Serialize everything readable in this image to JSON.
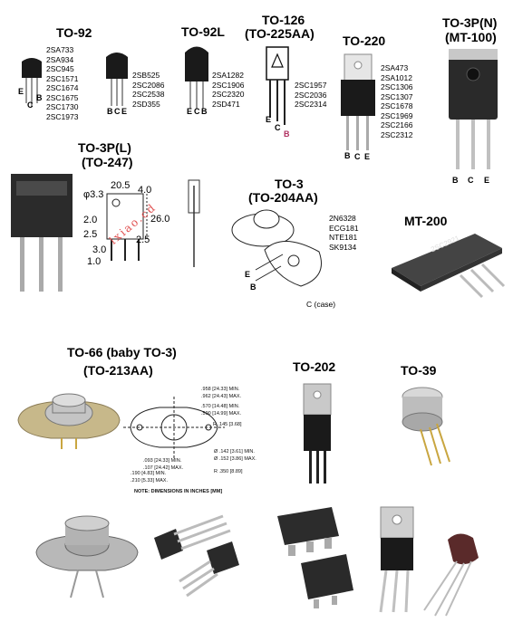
{
  "packages": {
    "to92": {
      "title": "TO-92",
      "parts_a": [
        "2SA733",
        "2SA934",
        "2SC945",
        "2SC1571",
        "2SC1674",
        "2SC1675",
        "2SC1730",
        "2SC1973"
      ],
      "parts_b": [
        "2SB525",
        "2SC2086",
        "2SC2538",
        "2SD355"
      ],
      "pins": [
        "E",
        "C",
        "B"
      ],
      "pins_b": [
        "B",
        "C",
        "E"
      ]
    },
    "to92l": {
      "title": "TO-92L",
      "parts": [
        "2SA1282",
        "2SC1906",
        "2SC2320",
        "2SD471"
      ],
      "pins": [
        "E",
        "C",
        "B"
      ]
    },
    "to126": {
      "title_1": "TO-126",
      "title_2": "(TO-225AA)",
      "parts": [
        "2SC1957",
        "2SC2036",
        "2SC2314"
      ],
      "pins": [
        "E",
        "C",
        "B"
      ]
    },
    "to220": {
      "title": "TO-220",
      "parts": [
        "2SA473",
        "2SA1012",
        "2SC1306",
        "2SC1307",
        "2SC1678",
        "2SC1969",
        "2SC2166",
        "2SC2312"
      ],
      "pins": [
        "B",
        "C",
        "E"
      ]
    },
    "to3pn": {
      "title_1": "TO-3P(N)",
      "title_2": "(MT-100)",
      "pins": [
        "B",
        "C",
        "E"
      ]
    },
    "to3pl": {
      "title_1": "TO-3P(L)",
      "title_2": "(TO-247)",
      "dims": {
        "hole": "φ3.3",
        "w1": "20.5",
        "w2": "4.0",
        "h1": "26.0",
        "d1": "2.0",
        "d2": "2.5",
        "d3": "3.0",
        "d4": "1.0",
        "d5": "2.5"
      },
      "watermark": "lxiao.cd"
    },
    "to3": {
      "title_1": "TO-3",
      "title_2": "(TO-204AA)",
      "parts": [
        "2N6328",
        "ECG181",
        "NTE181",
        "SK9134"
      ],
      "pins": [
        "E",
        "B"
      ],
      "case_label": "C (case)"
    },
    "mt200": {
      "title": "MT-200",
      "marking": "2SC2921"
    },
    "to66": {
      "title_1": "TO-66 (baby TO-3)",
      "title_2": "(TO-213AA)",
      "dims": [
        ".958 [24.33] MIN.",
        ".962 [24.43] MAX.",
        ".570 [14.48] MIN.",
        ".590 [14.99] MAX.",
        "R .145 [3.68]",
        ".093 [24.33] MIN.",
        ".107 [24.42] MAX.",
        "Ø .142 [3.61] MIN.",
        "Ø .152 [3.86] MAX.",
        ".190 [4.83] MIN.",
        ".210 [5.33] MAX.",
        "R .350 [8.89]"
      ],
      "note": "NOTE: DIMENSIONS IN INCHES [MM]"
    },
    "to202": {
      "title": "TO-202"
    },
    "to39": {
      "title": "TO-39"
    }
  },
  "colors": {
    "black_body": "#1a1a1a",
    "metal": "#b9b9b9",
    "gold_lead": "#c9a640",
    "tab_gray": "#9a9a9a",
    "watermark_red": "#e05050"
  }
}
